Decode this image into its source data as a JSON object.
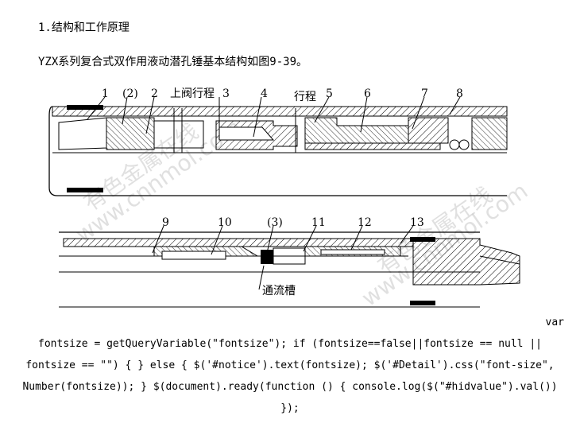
{
  "heading": "1.结构和工作原理",
  "intro": "YZX系列复合式双作用液动潜孔锤基本结构如图9-39。",
  "figure": {
    "upper_labels": [
      "1",
      "(2)",
      "2",
      "上阀行程",
      "3",
      "4",
      "行程",
      "5",
      "6",
      "7",
      "8"
    ],
    "lower_labels": [
      "9",
      "10",
      "(3)",
      "11",
      "12",
      "13"
    ],
    "callout": "通流槽",
    "watermarks": [
      "有色金属在线",
      "www.cnnmol.com",
      "有色金属在线",
      "www.cnnmol.com"
    ]
  },
  "code": {
    "var_word": "var",
    "body": "fontsize = getQueryVariable(\"fontsize\"); if (fontsize==false||fontsize == null || fontsize == \"\") { } else { $('#notice').text(fontsize); $('#Detail').css(\"font-size\", Number(fontsize)); } $(document).ready(function () { console.log($(\"#hidvalue\").val()) });"
  }
}
